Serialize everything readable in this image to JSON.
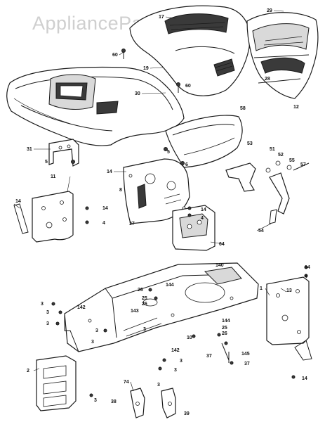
{
  "watermark": "AppliancePartsPros.com",
  "callouts": [
    {
      "id": "c01",
      "text": "17"
    },
    {
      "id": "c02",
      "text": "29"
    },
    {
      "id": "c03",
      "text": "60"
    },
    {
      "id": "c04",
      "text": "19"
    },
    {
      "id": "c05",
      "text": "28"
    },
    {
      "id": "c06",
      "text": "60"
    },
    {
      "id": "c07",
      "text": "30"
    },
    {
      "id": "c08",
      "text": "12"
    },
    {
      "id": "c09",
      "text": "58"
    },
    {
      "id": "c10",
      "text": "31"
    },
    {
      "id": "c11",
      "text": "5"
    },
    {
      "id": "c12",
      "text": "5"
    },
    {
      "id": "c13",
      "text": "14"
    },
    {
      "id": "c14",
      "text": "6"
    },
    {
      "id": "c15",
      "text": "8"
    },
    {
      "id": "c16",
      "text": "53"
    },
    {
      "id": "c17",
      "text": "51"
    },
    {
      "id": "c18",
      "text": "52"
    },
    {
      "id": "c19",
      "text": "55"
    },
    {
      "id": "c20",
      "text": "57"
    },
    {
      "id": "c21",
      "text": "11"
    },
    {
      "id": "c22",
      "text": "14"
    },
    {
      "id": "c23",
      "text": "14"
    },
    {
      "id": "c24",
      "text": "4"
    },
    {
      "id": "c25",
      "text": "14"
    },
    {
      "id": "c26",
      "text": "4"
    },
    {
      "id": "c27",
      "text": "37"
    },
    {
      "id": "c28",
      "text": "54"
    },
    {
      "id": "c29",
      "text": "64"
    },
    {
      "id": "c30",
      "text": "140"
    },
    {
      "id": "c31",
      "text": "14"
    },
    {
      "id": "c32",
      "text": "4"
    },
    {
      "id": "c33",
      "text": "144"
    },
    {
      "id": "c34",
      "text": "26"
    },
    {
      "id": "c35",
      "text": "25"
    },
    {
      "id": "c36",
      "text": "26"
    },
    {
      "id": "c37",
      "text": "1"
    },
    {
      "id": "c38",
      "text": "13"
    },
    {
      "id": "c39",
      "text": "3"
    },
    {
      "id": "c40",
      "text": "3"
    },
    {
      "id": "c41",
      "text": "142"
    },
    {
      "id": "c42",
      "text": "143"
    },
    {
      "id": "c43",
      "text": "3"
    },
    {
      "id": "c44",
      "text": "3"
    },
    {
      "id": "c45",
      "text": "3"
    },
    {
      "id": "c46",
      "text": "144"
    },
    {
      "id": "c47",
      "text": "25"
    },
    {
      "id": "c48",
      "text": "26"
    },
    {
      "id": "c49",
      "text": "10"
    },
    {
      "id": "c50",
      "text": "3"
    },
    {
      "id": "c51",
      "text": "142"
    },
    {
      "id": "c52",
      "text": "3"
    },
    {
      "id": "c53",
      "text": "3"
    },
    {
      "id": "c54",
      "text": "37"
    },
    {
      "id": "c55",
      "text": "145"
    },
    {
      "id": "c56",
      "text": "37"
    },
    {
      "id": "c57",
      "text": "2"
    },
    {
      "id": "c58",
      "text": "74"
    },
    {
      "id": "c59",
      "text": "3"
    },
    {
      "id": "c60",
      "text": "3"
    },
    {
      "id": "c61",
      "text": "14"
    },
    {
      "id": "c62",
      "text": "38"
    },
    {
      "id": "c63",
      "text": "39"
    }
  ]
}
